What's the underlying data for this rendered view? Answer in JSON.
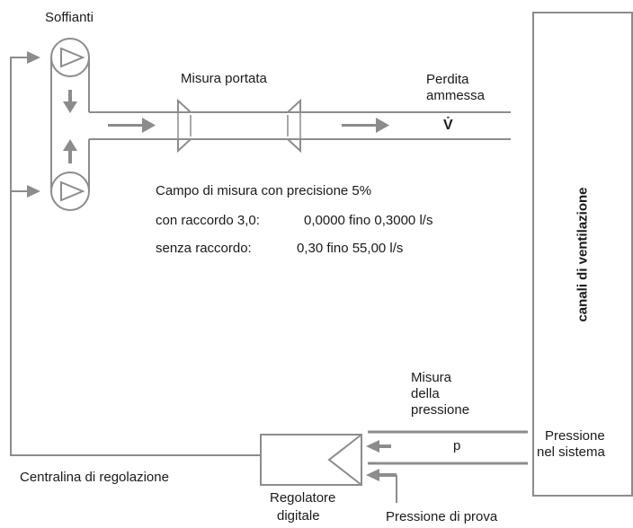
{
  "labels": {
    "blowers": "Soffianti",
    "flow_measurement": "Misura portata",
    "leak_allowed_line1": "Perdita",
    "leak_allowed_line2": "ammessa",
    "flow_symbol": "V̇",
    "range_title": "Campo di misura con precisione 5%",
    "range_with_fitting_label": "con raccordo 3,0:",
    "range_with_fitting_value": "0,0000 fino 0,3000 l/s",
    "range_without_fitting_label": "senza raccordo:",
    "range_without_fitting_value": "0,30 fino 55,00 l/s",
    "ventilation_ducts": "canali di ventilazione",
    "pressure_measurement_line1": "Misura",
    "pressure_measurement_line2": "della",
    "pressure_measurement_line3": "pressione",
    "pressure_symbol": "p",
    "system_pressure_line1": "Pressione",
    "system_pressure_line2": "nel sistema",
    "control_unit": "Centralina di regolazione",
    "digital_controller_line1": "Regolatore",
    "digital_controller_line2": "digitale",
    "test_pressure": "Pressione di prova"
  },
  "colors": {
    "line": "#8c8c8c",
    "text": "#1a1a1a",
    "background": "#ffffff"
  }
}
